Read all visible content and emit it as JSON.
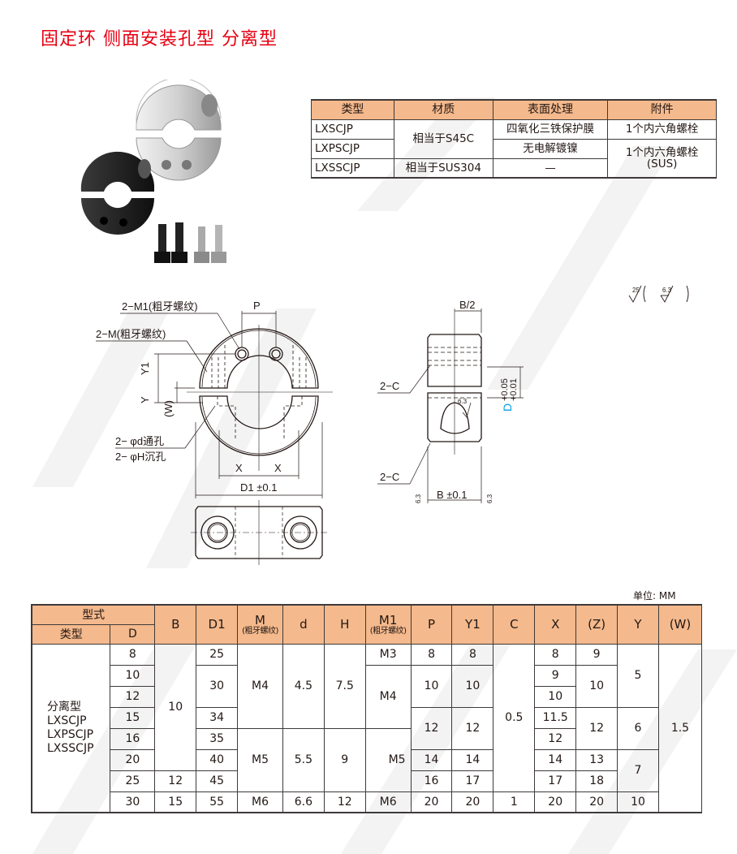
{
  "title": "固定环 侧面安装孔型 分离型",
  "spec_table": {
    "headers": [
      "类型",
      "材质",
      "表面处理",
      "附件"
    ],
    "rows": [
      {
        "type": "LXSCJP",
        "material": "相当于S45C",
        "surface": "四氧化三铁保护膜",
        "accessory": "1个内六角螺栓"
      },
      {
        "type": "LXPSCJP",
        "material": "相当于S45C",
        "surface": "无电解镀镍",
        "accessory": "1个内六角螺栓 (SUS)"
      },
      {
        "type": "LXSSCJP",
        "material": "相当于SUS304",
        "surface": "—",
        "accessory": "1个内六角螺栓 (SUS)"
      }
    ],
    "accessory_sus_line1": "1个内六角螺栓",
    "accessory_sus_line2": "(SUS)"
  },
  "drawing": {
    "labels": {
      "m1": "2−M1(粗牙螺纹)",
      "m": "2−M(粗牙螺纹)",
      "p": "P",
      "y1": "Y1",
      "y": "Y",
      "w": "(W)",
      "d_hole": "2− φd通孔",
      "h_hole": "2− φH沉孔",
      "x": "X",
      "d1": "D1 ±0.1",
      "b_half": "B/2",
      "c_chamfer": "2−C",
      "b_tol": "B ±0.1",
      "d_tol_upper": "+0.05",
      "d_tol_lower": "+0.01",
      "d": "D",
      "roughness_63": "6.3",
      "roughness_25": "25"
    },
    "surface_roughness_note": {
      "main": "25",
      "other": "6.3"
    }
  },
  "unit_label": "单位: MM",
  "dimension_table": {
    "header_group": "型式",
    "header_type": "类型",
    "header_d": "D",
    "columns": [
      "B",
      "D1",
      "M",
      "d",
      "H",
      "M1",
      "P",
      "Y1",
      "C",
      "X",
      "(Z)",
      "Y",
      "(W)"
    ],
    "column_subtitle_coarse": "(粗牙螺纹)",
    "type_label": [
      "分离型",
      "LXSCJP",
      "LXPSCJP",
      "LXSSCJP"
    ],
    "rows": [
      {
        "D": "8",
        "B": "10",
        "D1": "25",
        "M": "M4",
        "d": "4.5",
        "H": "7.5",
        "M1": "M3",
        "P": "8",
        "Y1": "8",
        "C": "0.5",
        "X": "8",
        "Z": "9",
        "Y": "5",
        "W": "1.5"
      },
      {
        "D": "10",
        "B": "10",
        "D1": "30",
        "M": "M4",
        "d": "4.5",
        "H": "7.5",
        "M1": "M4",
        "P": "10",
        "Y1": "10",
        "C": "0.5",
        "X": "9",
        "Z": "10",
        "Y": "5",
        "W": "1.5"
      },
      {
        "D": "12",
        "B": "10",
        "D1": "30",
        "M": "M4",
        "d": "4.5",
        "H": "7.5",
        "M1": "M4",
        "P": "10",
        "Y1": "10",
        "C": "0.5",
        "X": "10",
        "Z": "10",
        "Y": "5",
        "W": "1.5"
      },
      {
        "D": "15",
        "B": "10",
        "D1": "34",
        "M": "M4",
        "d": "4.5",
        "H": "7.5",
        "M1": "M4",
        "P": "12",
        "Y1": "12",
        "C": "0.5",
        "X": "11.5",
        "Z": "12",
        "Y": "6",
        "W": "1.5"
      },
      {
        "D": "16",
        "B": "10",
        "D1": "35",
        "M": "M5",
        "d": "5.5",
        "H": "9",
        "M1": "M5",
        "P": "12",
        "Y1": "12",
        "C": "0.5",
        "X": "12",
        "Z": "12",
        "Y": "6",
        "W": "1.5"
      },
      {
        "D": "20",
        "B": "10",
        "D1": "40",
        "M": "M5",
        "d": "5.5",
        "H": "9",
        "M1": "M5",
        "P": "14",
        "Y1": "14",
        "C": "0.5",
        "X": "14",
        "Z": "13",
        "Y": "7",
        "W": "1.5"
      },
      {
        "D": "25",
        "B": "12",
        "D1": "45",
        "M": "M5",
        "d": "5.5",
        "H": "9",
        "M1": "M5",
        "P": "16",
        "Y1": "17",
        "C": "0.5",
        "X": "17",
        "Z": "18",
        "Y": "7",
        "W": "1.5"
      },
      {
        "D": "30",
        "B": "15",
        "D1": "55",
        "M": "M6",
        "d": "6.6",
        "H": "12",
        "M1": "M6",
        "P": "20",
        "Y1": "20",
        "C": "1",
        "X": "20",
        "Z": "20",
        "Y": "10",
        "W": "1.5"
      }
    ]
  }
}
